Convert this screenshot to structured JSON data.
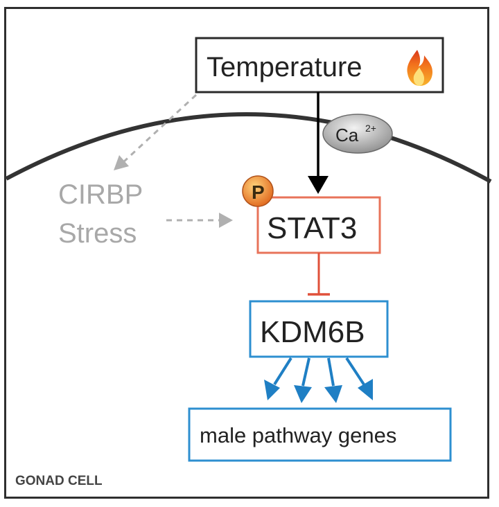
{
  "nodes": {
    "temperature": "Temperature",
    "calcium": "Ca",
    "calcium_charge": "2+",
    "phospho": "P",
    "stat3": "STAT3",
    "kdm6b": "KDM6B",
    "genes": "male pathway genes",
    "cirbp_line1": "CIRBP",
    "cirbp_line2": "Stress"
  },
  "cell_label": "GONAD CELL",
  "colors": {
    "stat3_border": "#e8735a",
    "inhibit": "#e0503a",
    "kdm6b_border": "#2d8fd0",
    "gene_arrows": "#1f7fc4",
    "dashed_gray": "#b0b0b0",
    "membrane": "#333333",
    "phospho_fill": "#f08a2c"
  },
  "icons": {
    "temperature": "flame-icon"
  }
}
